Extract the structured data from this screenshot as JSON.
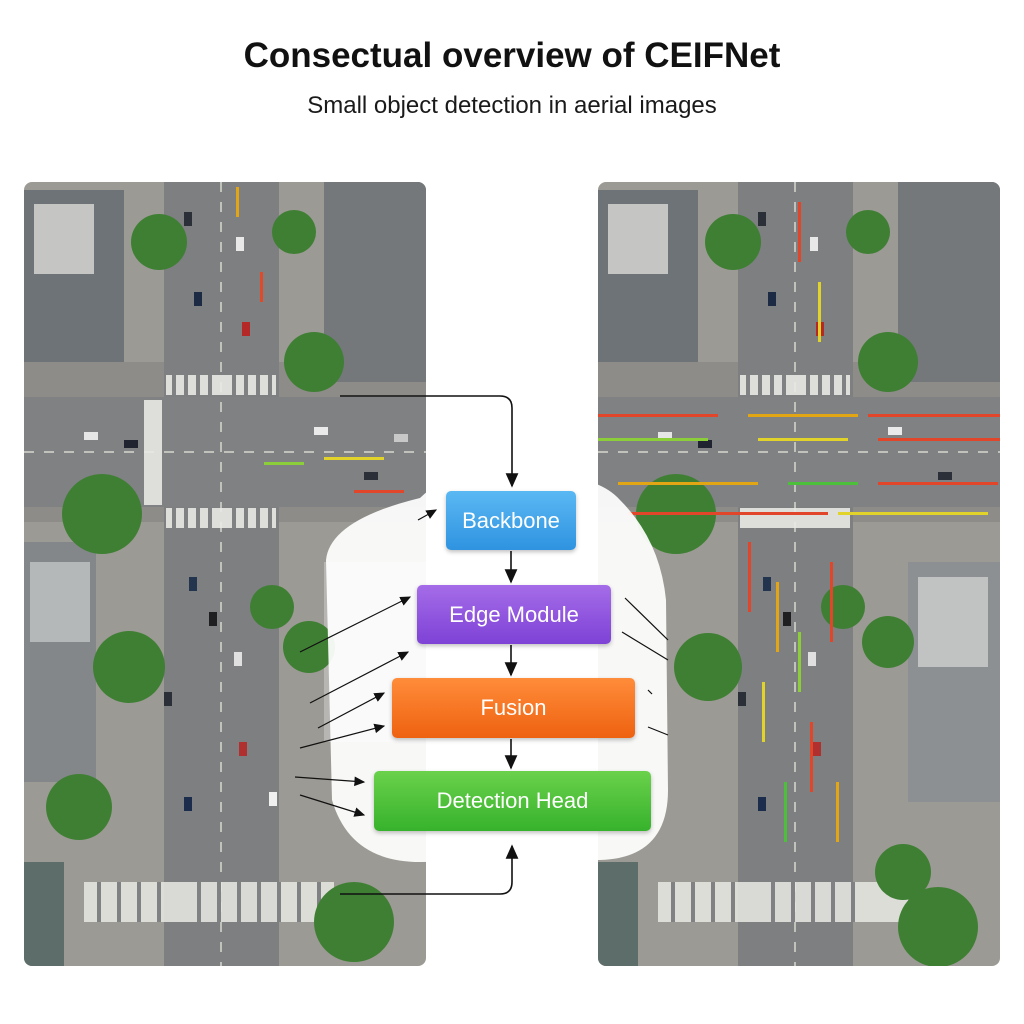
{
  "header": {
    "title": "Consectual overview of CEIFNet",
    "subtitle": "Small object detection in aerial images"
  },
  "images": {
    "left": "aerial-street-intersection-left",
    "right": "aerial-street-intersection-right-with-detections"
  },
  "pipeline": {
    "backbone": "Backbone",
    "edge_module": "Edge Module",
    "fusion": "Fusion",
    "detection_head": "Detection Head"
  },
  "colors": {
    "backbone": "#3ea3e8",
    "edge_module": "#8f55df",
    "fusion": "#f4741f",
    "detection_head": "#4cc03a",
    "road": "#8a8c8e",
    "building": "#6f7478",
    "tree": "#3f7f34"
  }
}
